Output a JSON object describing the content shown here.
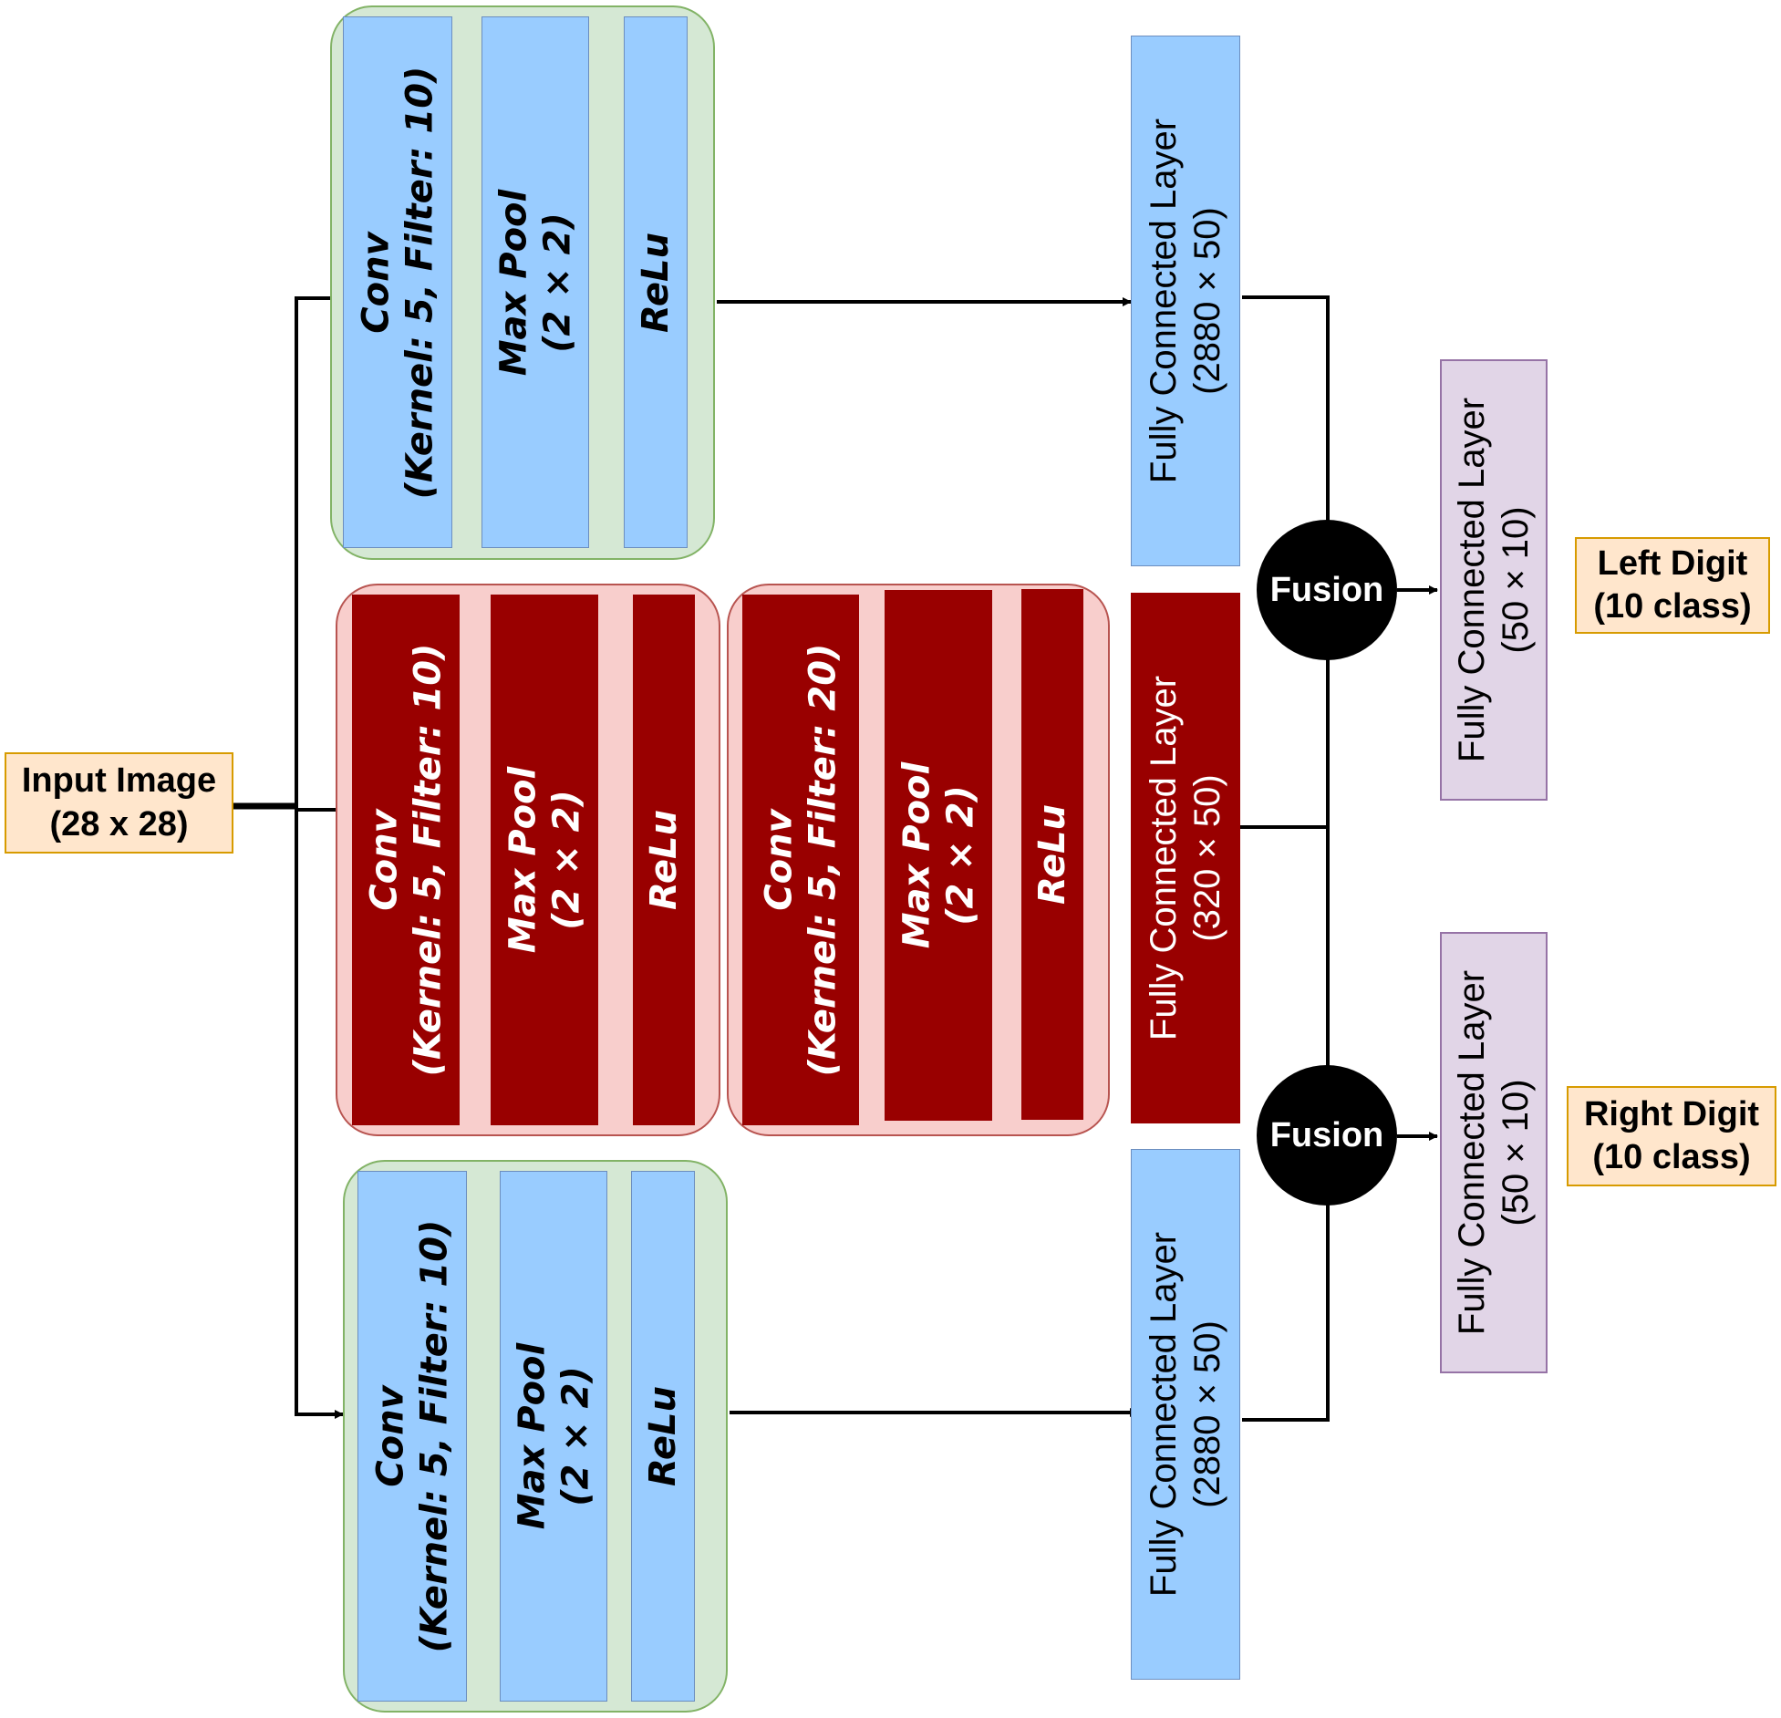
{
  "input": {
    "line1": "Input Image",
    "line2": "(28 x 28)"
  },
  "branch_top": {
    "conv": {
      "title": "Conv",
      "params": "(Kernel: 5, Filter: 10)"
    },
    "pool": {
      "title": "Max Pool",
      "params": "(2 × 2)"
    },
    "relu": "ReLu",
    "fc": {
      "title": "Fully Connected Layer",
      "params": "(2880 × 50)"
    }
  },
  "branch_middle": {
    "block1": {
      "conv": {
        "title": "Conv",
        "params": "(Kernel: 5, Filter: 10)"
      },
      "pool": {
        "title": "Max Pool",
        "params": "(2 × 2)"
      },
      "relu": "ReLu"
    },
    "block2": {
      "conv": {
        "title": "Conv",
        "params": "(Kernel: 5, Filter: 20)"
      },
      "pool": {
        "title": "Max Pool",
        "params": "(2 × 2)"
      },
      "relu": "ReLu"
    },
    "fc": {
      "title": "Fully Connected Layer",
      "params": "(320 × 50)"
    }
  },
  "branch_bottom": {
    "conv": {
      "title": "Conv",
      "params": "(Kernel: 5, Filter: 10)"
    },
    "pool": {
      "title": "Max Pool",
      "params": "(2 × 2)"
    },
    "relu": "ReLu",
    "fc": {
      "title": "Fully Connected Layer",
      "params": "(2880 × 50)"
    }
  },
  "fusion_top": "Fusion",
  "fusion_bottom": "Fusion",
  "head_top": {
    "title": "Fully Connected Layer",
    "params": "(50 × 10)"
  },
  "head_bottom": {
    "title": "Fully Connected Layer",
    "params": "(50 × 10)"
  },
  "output_left": {
    "line1": "Left Digit",
    "line2": "(10 class)"
  },
  "output_right": {
    "line1": "Right Digit",
    "line2": "(10 class)"
  },
  "colors": {
    "green_group_fill": "#d5e8d4",
    "green_group_stroke": "#82b366",
    "red_group_fill": "#f8cecc",
    "red_group_stroke": "#b85450",
    "blue_layer": "#99ccff",
    "dark_red_layer": "#990000",
    "purple_layer": "#e1d5e7",
    "io_fill": "#ffe6cc",
    "io_stroke": "#d79b00",
    "fusion_fill": "#000000"
  }
}
